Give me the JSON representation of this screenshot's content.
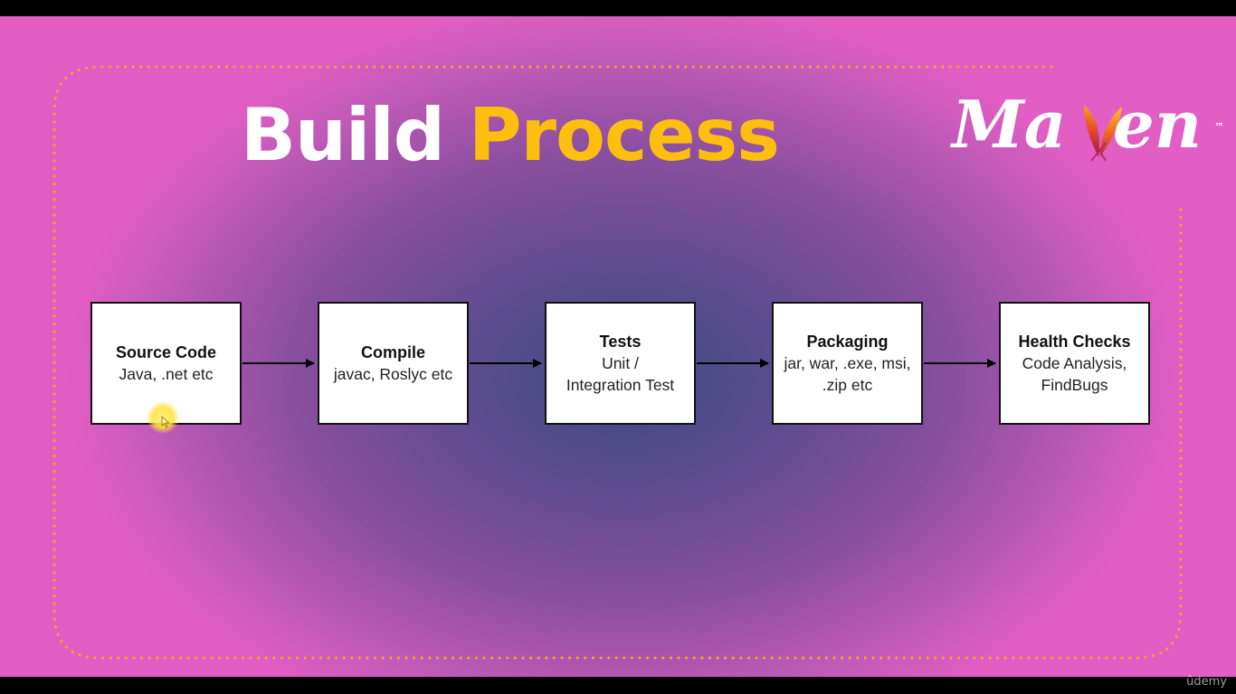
{
  "title": {
    "part1": "Build",
    "part2": "Process"
  },
  "logo": {
    "text_before": "Ma",
    "text_after": "en",
    "trademark": "™"
  },
  "steps": [
    {
      "title": "Source Code",
      "description": "Java, .net etc"
    },
    {
      "title": "Compile",
      "description": "javac, Roslyc etc"
    },
    {
      "title": "Tests",
      "description": "Unit /\nIntegration Test"
    },
    {
      "title": "Packaging",
      "description": "jar, war, .exe, msi,\n.zip etc"
    },
    {
      "title": "Health Checks",
      "description": "Code Analysis,\nFindBugs"
    }
  ],
  "watermark": "ûdemy",
  "colors": {
    "accent": "#fdbf0f",
    "title_white": "#ffffff",
    "frame_dots": "#f5a623",
    "background_center": "#3f4a82",
    "background_edge": "#e35ec4"
  },
  "icons": {
    "logo_feather": "apache-feather-icon",
    "cursor": "mouse-cursor-icon"
  }
}
